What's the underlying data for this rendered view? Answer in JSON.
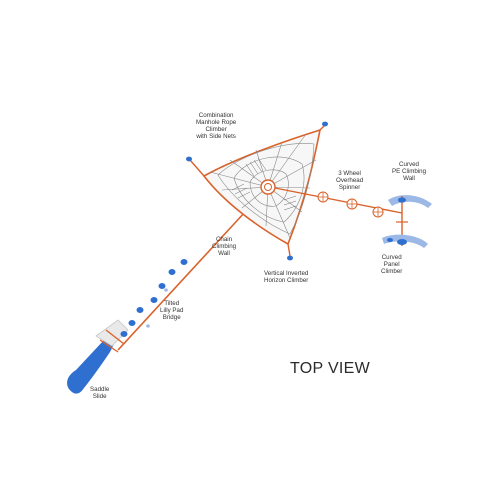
{
  "title": "TOP VIEW",
  "labels": {
    "combination": [
      "Combination",
      "Manhole Rope",
      "Climber",
      "with Side Nets"
    ],
    "spinner": [
      "3 Wheel",
      "Overhead",
      "Spinner"
    ],
    "curved_pe": [
      "Curved",
      "PE Climbing",
      "Wall"
    ],
    "chain_wall": [
      "Chain",
      "Climbing",
      "Wall"
    ],
    "horizon": [
      "Vertical Inverted",
      "Horizon Climber"
    ],
    "curved_panel": [
      "Curved",
      "Panel",
      "Climber"
    ],
    "lily_pad": [
      "Tilted",
      "Lilly Pad",
      "Bridge"
    ],
    "saddle": [
      "Saddle",
      "Slide"
    ]
  },
  "colors": {
    "rope": "#d9622b",
    "blue": "#2f6fd0",
    "blue_light": "#9bb8e6",
    "net": "#8a8a8a",
    "text": "#333333"
  }
}
